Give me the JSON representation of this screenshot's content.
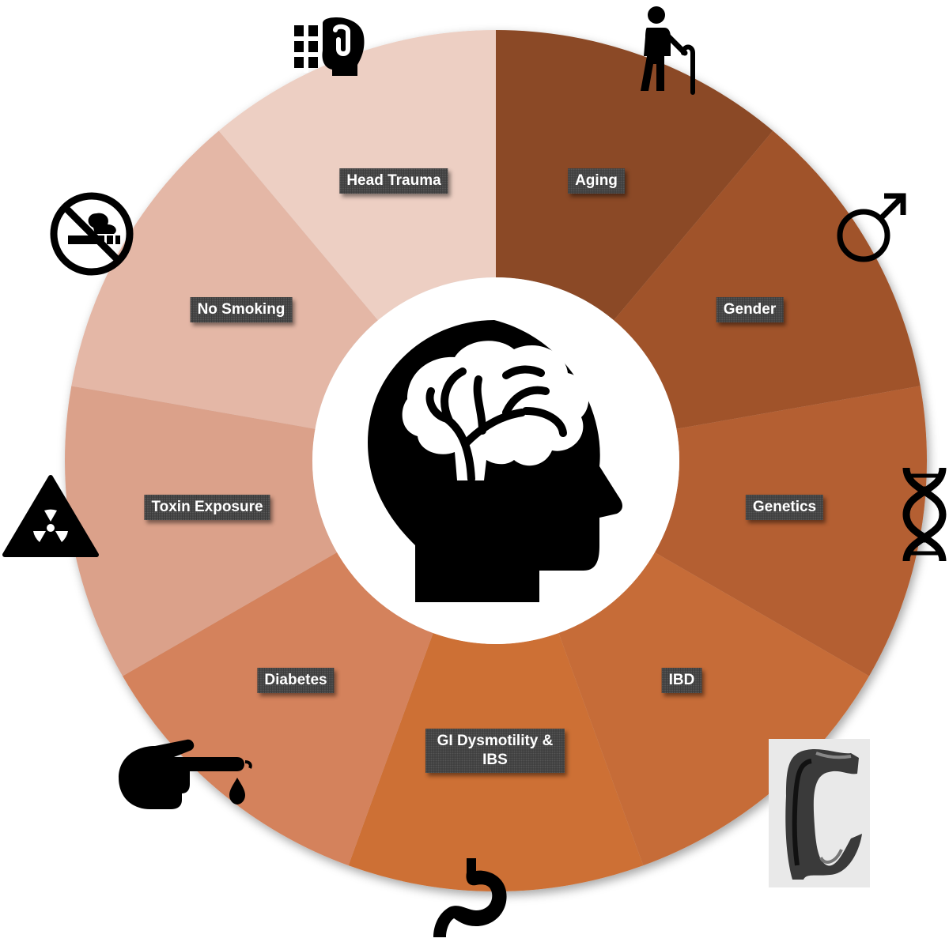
{
  "center_icon": "head-brain-icon",
  "segments": [
    {
      "id": "aging",
      "label": "Aging",
      "icon": "elderly-person-cane-icon",
      "color": "#8b4a25"
    },
    {
      "id": "gender",
      "label": "Gender",
      "icon": "male-symbol-icon",
      "color": "#a0532b"
    },
    {
      "id": "genetics",
      "label": "Genetics",
      "icon": "dna-helix-icon",
      "color": "#b45e30"
    },
    {
      "id": "ibd",
      "label": "IBD",
      "icon": "colon-image-icon",
      "color": "#c66c37"
    },
    {
      "id": "gi-dysmotility",
      "label": "GI Dysmotility & IBS",
      "icon": "stomach-icon",
      "color": "#cd7036"
    },
    {
      "id": "diabetes",
      "label": "Diabetes",
      "icon": "finger-blood-drop-icon",
      "color": "#d4825c"
    },
    {
      "id": "toxin",
      "label": "Toxin Exposure",
      "icon": "radiation-warning-icon",
      "color": "#dba18a"
    },
    {
      "id": "no-smoking",
      "label": "No Smoking",
      "icon": "no-smoking-icon",
      "color": "#e4b7a6"
    },
    {
      "id": "head-trauma",
      "label": "Head Trauma",
      "icon": "head-injury-icon",
      "color": "#edcfc3"
    }
  ]
}
